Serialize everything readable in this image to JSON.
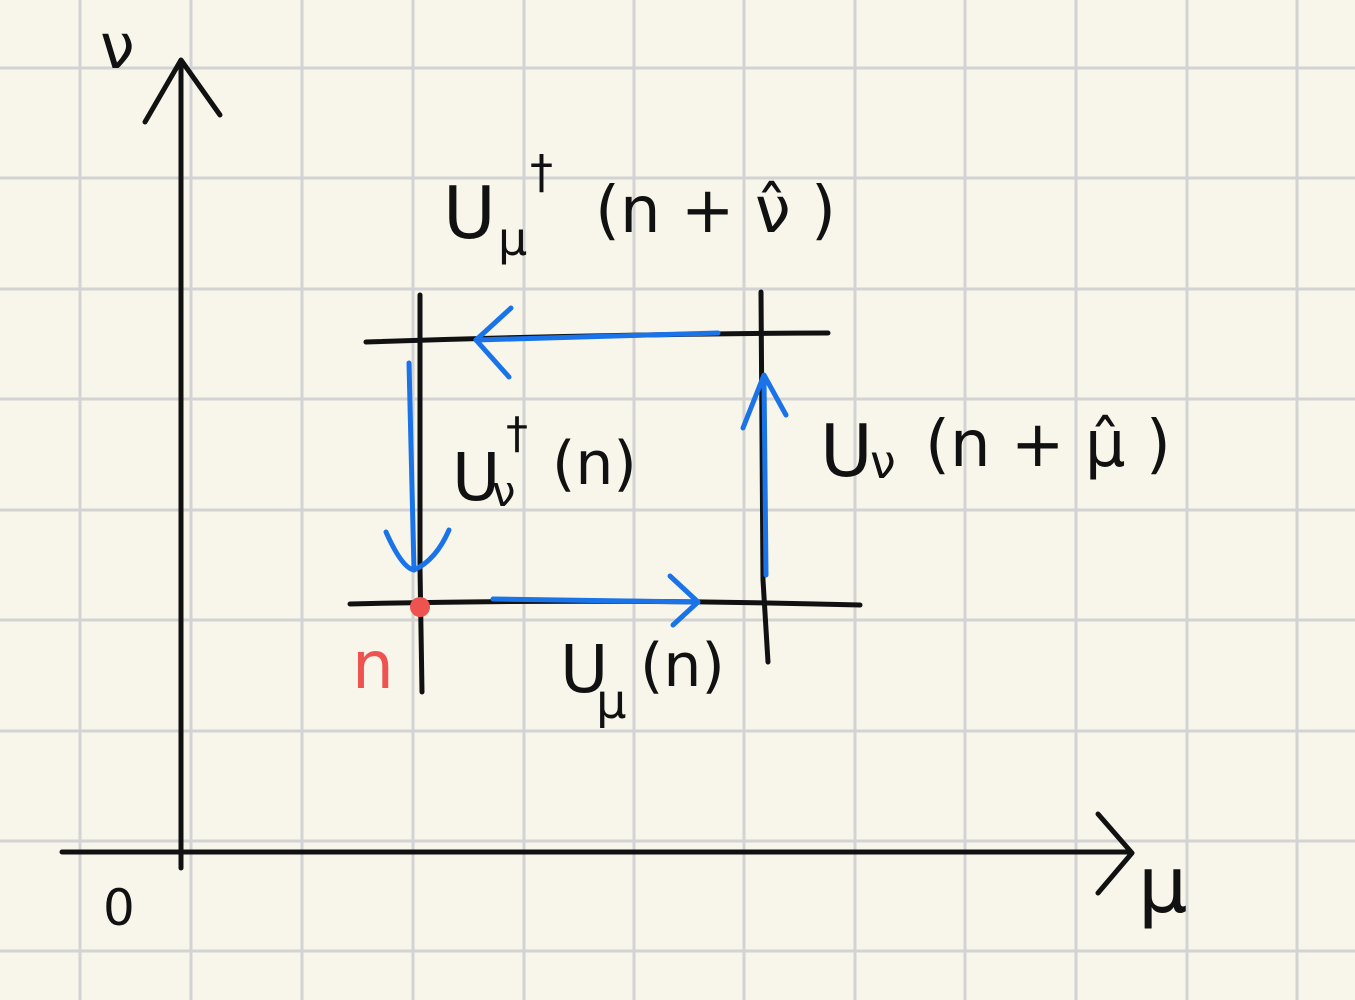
{
  "axes": {
    "y_label": "ν",
    "x_label": "μ",
    "origin_label": "0"
  },
  "site": {
    "label": "n",
    "color": "#ef5350"
  },
  "links": {
    "bottom": {
      "base": "U",
      "sub": "μ",
      "sup": "",
      "arg": "(n)"
    },
    "right": {
      "base": "U",
      "sub": "ν",
      "sup": "",
      "arg": "(n + μ̂ )"
    },
    "top": {
      "base": "U",
      "sub": "μ",
      "sup": "†",
      "arg": "(n + ν̂ )"
    },
    "left": {
      "base": "U",
      "sub": "ν",
      "sup": "†",
      "arg": "(n)"
    }
  },
  "colors": {
    "paper": "#f8f6ea",
    "grid": "#d3d3d3",
    "ink": "#111111",
    "path": "#1a73e8",
    "site": "#ef5350"
  }
}
